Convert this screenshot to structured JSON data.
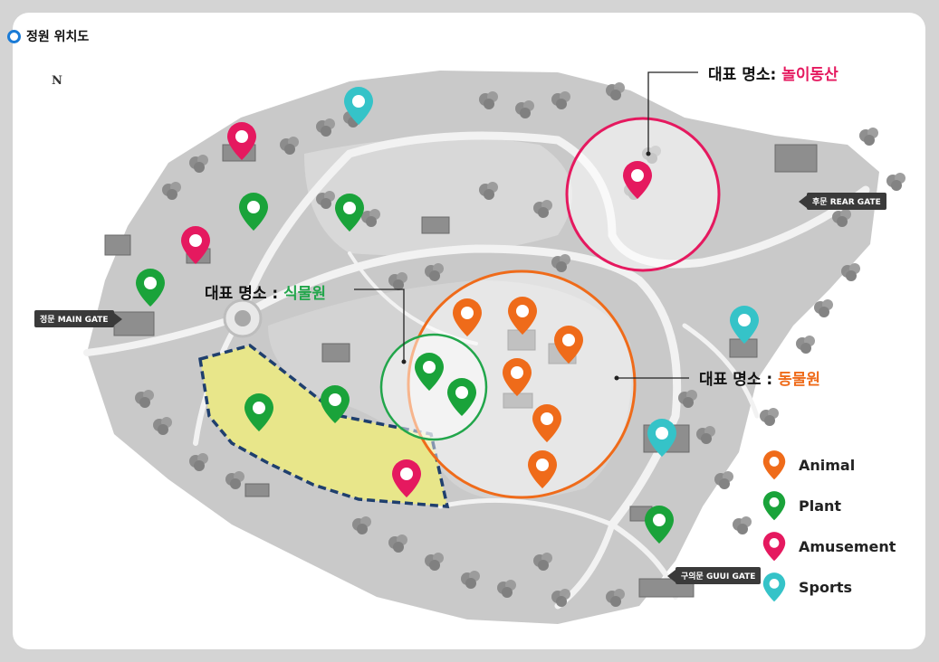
{
  "heading": "정원 위치도",
  "north": "N",
  "callouts": {
    "amusement": {
      "prefix": "대표 명소: ",
      "name": "놀이동산"
    },
    "botanical": {
      "prefix": "대표 명소 : ",
      "name": "식물원"
    },
    "zoo": {
      "prefix": "대표 명소 : ",
      "name": "동물원"
    }
  },
  "gates": {
    "main": "정문 MAIN GATE",
    "rear": "후문 REAR GATE",
    "guui": "구의문 GUUI GATE"
  },
  "legend": [
    {
      "label": "Animal",
      "color": "#ef6b1a"
    },
    {
      "label": "Plant",
      "color": "#1aa33a"
    },
    {
      "label": "Amusement",
      "color": "#e5195f"
    },
    {
      "label": "Sports",
      "color": "#35c3c8"
    }
  ],
  "colors": {
    "animal": "#ef6b1a",
    "plant": "#1aa33a",
    "amusement": "#e5195f",
    "sports": "#35c3c8",
    "garden_zone": "#e8e68a",
    "zone_border": "#1f3f6e"
  }
}
